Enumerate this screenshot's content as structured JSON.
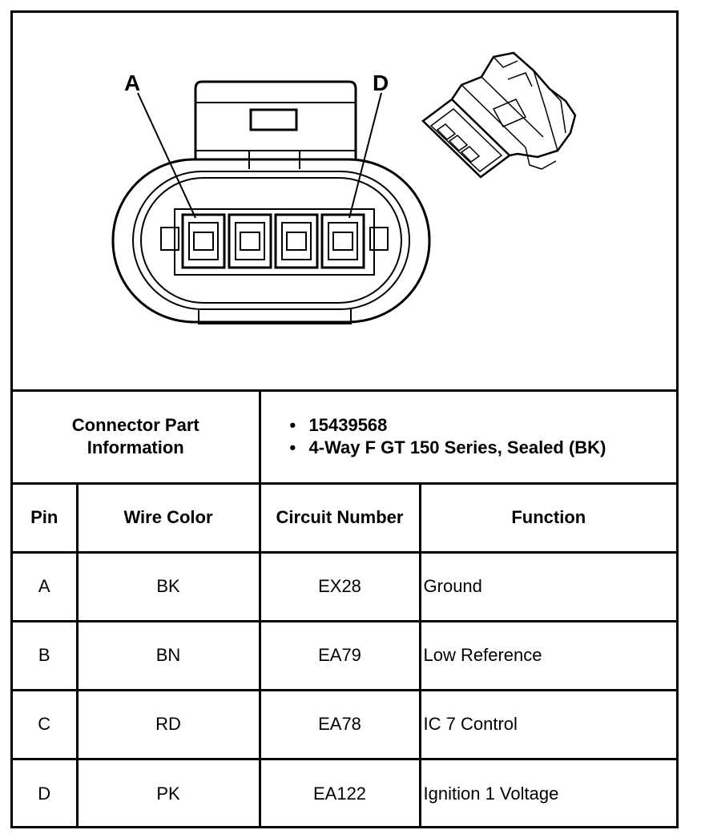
{
  "diagram": {
    "pin_labels": {
      "left": "A",
      "right": "D"
    }
  },
  "part_info": {
    "label": "Connector Part Information",
    "items": [
      "15439568",
      "4-Way F GT 150 Series, Sealed (BK)"
    ]
  },
  "table": {
    "headers": {
      "pin": "Pin",
      "wire_color": "Wire Color",
      "circuit": "Circuit Number",
      "function": "Function"
    },
    "rows": [
      {
        "pin": "A",
        "wire_color": "BK",
        "circuit": "EX28",
        "function": "Ground"
      },
      {
        "pin": "B",
        "wire_color": "BN",
        "circuit": "EA79",
        "function": "Low Reference"
      },
      {
        "pin": "C",
        "wire_color": "RD",
        "circuit": "EA78",
        "function": "IC 7 Control"
      },
      {
        "pin": "D",
        "wire_color": "PK",
        "circuit": "EA122",
        "function": "Ignition 1 Voltage"
      }
    ]
  }
}
